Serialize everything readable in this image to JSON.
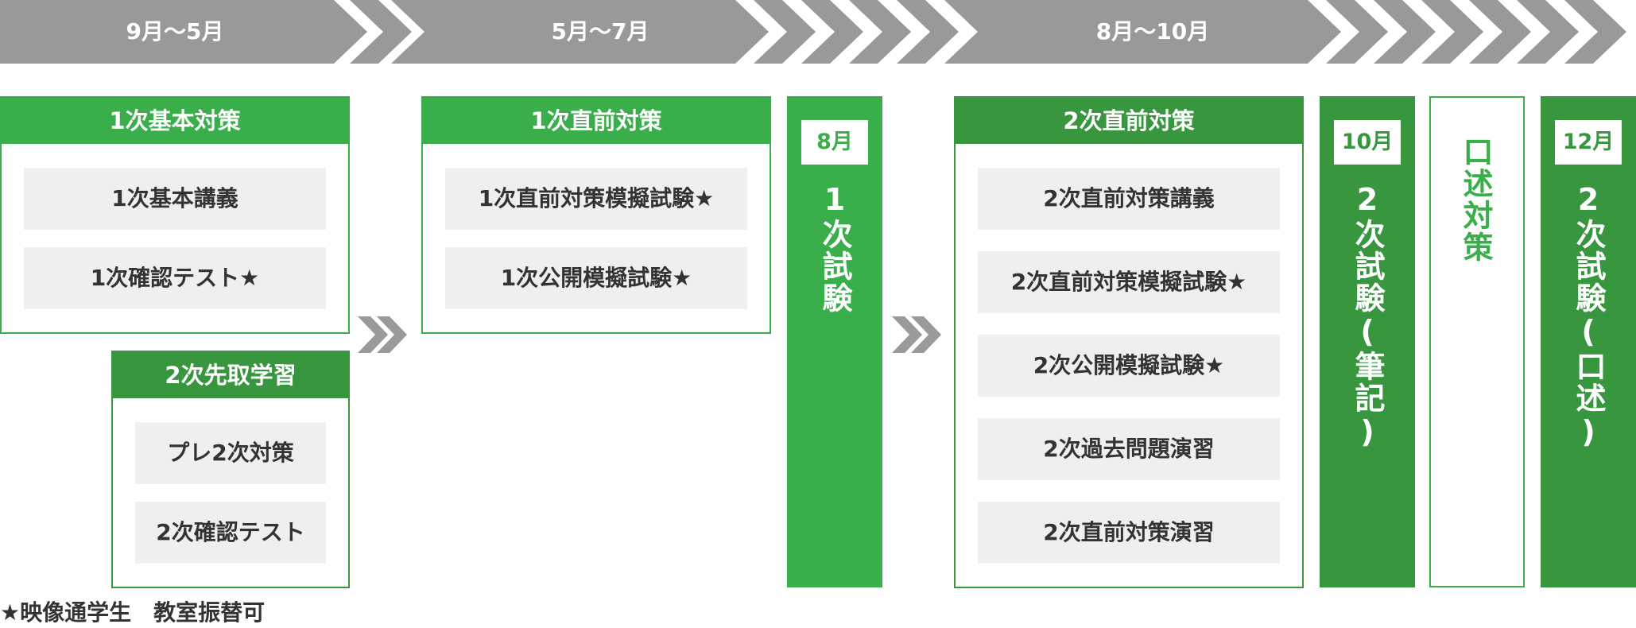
{
  "timeline": {
    "periods": [
      {
        "label": "9月～5月"
      },
      {
        "label": "5月～7月"
      },
      {
        "label": "8月～10月"
      }
    ]
  },
  "courses": {
    "basic": {
      "title": "1次基本対策",
      "items": [
        "1次基本講義",
        "1次確認テスト★"
      ]
    },
    "advance": {
      "title": "2次先取学習",
      "items": [
        "プレ2次対策",
        "2次確認テスト"
      ]
    },
    "first_final": {
      "title": "1次直前対策",
      "items": [
        "1次直前対策模擬試験★",
        "1次公開模擬試験★"
      ]
    },
    "second_final": {
      "title": "2次直前対策",
      "items": [
        "2次直前対策講義",
        "2次直前対策模擬試験★",
        "2次公開模擬試験★",
        "2次過去問題演習",
        "2次直前対策演習"
      ]
    }
  },
  "exams": {
    "first_exam": {
      "month": "8月",
      "label": "1次試験"
    },
    "second_written": {
      "month": "10月",
      "label": "2次試験(筆記)"
    },
    "oral_prep": {
      "label": "口述対策"
    },
    "second_oral": {
      "month": "12月",
      "label": "2次試験(口述)"
    }
  },
  "footnote": "★映像通学生　教室振替可",
  "colors": {
    "timeline_gray": "#999999",
    "green": "#3aae4a",
    "dark_green": "#38963f",
    "item_bg": "#efefef",
    "chevron_gray": "#9a9a9a"
  }
}
